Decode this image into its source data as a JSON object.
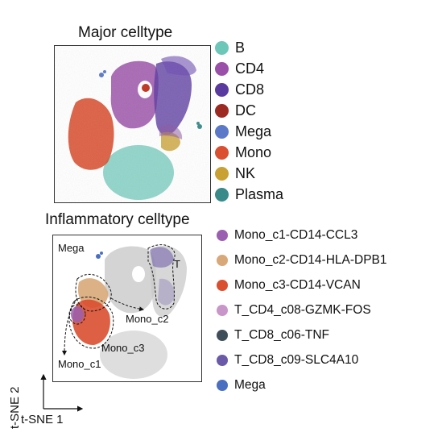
{
  "top_panel": {
    "title": "Major celltype",
    "legend": [
      {
        "label": "B",
        "color": "#6cc7b8"
      },
      {
        "label": "CD4",
        "color": "#9a4fa8"
      },
      {
        "label": "CD8",
        "color": "#5b3aa0"
      },
      {
        "label": "DC",
        "color": "#9c2a22"
      },
      {
        "label": "Mega",
        "color": "#5b79c8"
      },
      {
        "label": "Mono",
        "color": "#d94f30"
      },
      {
        "label": "NK",
        "color": "#c9a032"
      },
      {
        "label": "Plasma",
        "color": "#3a8a8a"
      }
    ]
  },
  "bottom_panel": {
    "title": "Inflammatory celltype",
    "annotations": {
      "mega": "Mega",
      "t": "T",
      "mono_c1": "Mono_c1",
      "mono_c2": "Mono_c2",
      "mono_c3": "Mono_c3"
    },
    "legend": [
      {
        "label": "Mono_c1-CD14-CCL3",
        "color": "#9a5fb0"
      },
      {
        "label": "Mono_c2-CD14-HLA-DPB1",
        "color": "#d8a878"
      },
      {
        "label": "Mono_c3-CD14-VCAN",
        "color": "#d94f30"
      },
      {
        "label": "T_CD4_c08-GZMK-FOS",
        "color": "#c896c8"
      },
      {
        "label": "T_CD8_c06-TNF",
        "color": "#3f4f5a"
      },
      {
        "label": "T_CD8_c09-SLC4A10",
        "color": "#6b5aa8"
      },
      {
        "label": "Mega",
        "color": "#4a6fc0"
      }
    ]
  },
  "axes": {
    "y_label": "t-SNE 2",
    "x_label": "t-SNE 1"
  }
}
